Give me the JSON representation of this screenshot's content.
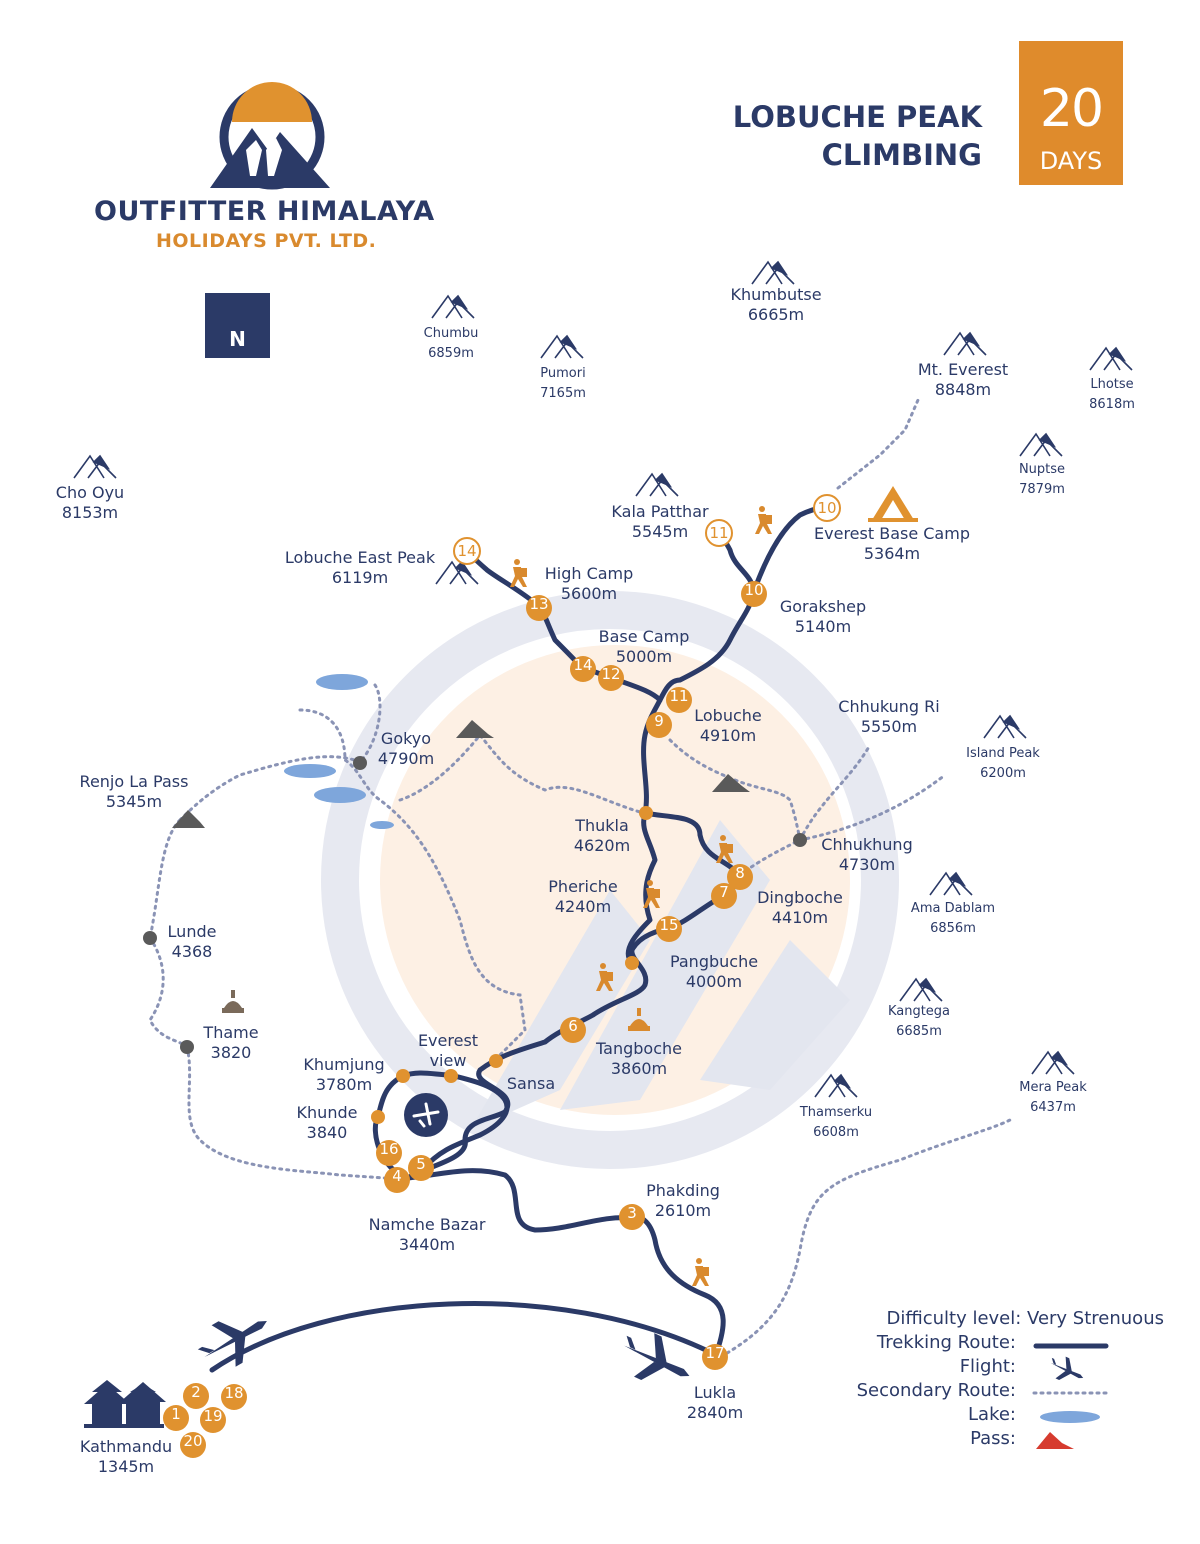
{
  "company": {
    "name_line1": "OUTFITTER HIMALAYA",
    "name_line2": "HOLIDAYS PVT. LTD."
  },
  "title": {
    "line1": "LOBUCHE PEAK",
    "line2": "CLIMBING"
  },
  "duration": {
    "number": "20",
    "unit": "DAYS"
  },
  "north_label": "N",
  "colors": {
    "navy": "#2b3a67",
    "orange": "#e0922f",
    "route_dots": "#8a93b5",
    "lake": "#7ea6db",
    "pass": "#d63b2f"
  },
  "places": [
    {
      "id": "khumbutse",
      "name": "Khumbutse",
      "elev": "6665m",
      "size": "big",
      "icon": "mountain-icon"
    },
    {
      "id": "chumbu",
      "name": "Chumbu",
      "elev": "6859m",
      "size": "sm",
      "icon": "mountain-icon"
    },
    {
      "id": "pumori",
      "name": "Pumori",
      "elev": "7165m",
      "size": "sm",
      "icon": "mountain-icon"
    },
    {
      "id": "everest",
      "name": "Mt. Everest",
      "elev": "8848m",
      "size": "big",
      "icon": "mountain-icon"
    },
    {
      "id": "lhotse",
      "name": "Lhotse",
      "elev": "8618m",
      "size": "sm",
      "icon": "mountain-icon"
    },
    {
      "id": "nuptse",
      "name": "Nuptse",
      "elev": "7879m",
      "size": "sm",
      "icon": "mountain-icon"
    },
    {
      "id": "choOyu",
      "name": "Cho Oyu",
      "elev": "8153m",
      "size": "big",
      "icon": "mountain-icon"
    },
    {
      "id": "kalaPatthar",
      "name": "Kala Patthar",
      "elev": "5545m",
      "size": "big",
      "icon": "mountain-icon"
    },
    {
      "id": "ebc",
      "name": "Everest Base Camp",
      "elev": "5364m",
      "size": "big",
      "icon": "tent-icon"
    },
    {
      "id": "lobucheEast",
      "name": "Lobuche East Peak",
      "elev": "6119m",
      "size": "big",
      "icon": "mountain-icon"
    },
    {
      "id": "highCamp",
      "name": "High Camp",
      "elev": "5600m",
      "size": "big"
    },
    {
      "id": "gorakshep",
      "name": "Gorakshep",
      "elev": "5140m",
      "size": "big"
    },
    {
      "id": "baseCamp",
      "name": "Base Camp",
      "elev": "5000m",
      "size": "big"
    },
    {
      "id": "chhukungRi",
      "name": "Chhukung Ri",
      "elev": "5550m",
      "size": "big"
    },
    {
      "id": "lobuche",
      "name": "Lobuche",
      "elev": "4910m",
      "size": "big"
    },
    {
      "id": "islandPeak",
      "name": "Island Peak",
      "elev": "6200m",
      "size": "sm",
      "icon": "mountain-icon"
    },
    {
      "id": "gokyo",
      "name": "Gokyo",
      "elev": "4790m",
      "size": "big"
    },
    {
      "id": "renjo",
      "name": "Renjo La Pass",
      "elev": "5345m",
      "size": "big"
    },
    {
      "id": "thukla",
      "name": "Thukla",
      "elev": "4620m",
      "size": "big"
    },
    {
      "id": "chhukhung",
      "name": "Chhukhung",
      "elev": "4730m",
      "size": "big"
    },
    {
      "id": "pheriche",
      "name": "Pheriche",
      "elev": "4240m",
      "size": "big"
    },
    {
      "id": "dingboche",
      "name": "Dingboche",
      "elev": "4410m",
      "size": "big"
    },
    {
      "id": "amaDablam",
      "name": "Ama Dablam",
      "elev": "6856m",
      "size": "sm",
      "icon": "mountain-icon"
    },
    {
      "id": "lunde",
      "name": "Lunde",
      "elev": "4368",
      "size": "big"
    },
    {
      "id": "pangbuche",
      "name": "Pangbuche",
      "elev": "4000m",
      "size": "big"
    },
    {
      "id": "kangtega",
      "name": "Kangtega",
      "elev": "6685m",
      "size": "sm",
      "icon": "mountain-icon"
    },
    {
      "id": "thame",
      "name": "Thame",
      "elev": "3820",
      "size": "big",
      "icon": "stupa-icon"
    },
    {
      "id": "everestView",
      "name": "Everest",
      "elev": "view",
      "size": "big"
    },
    {
      "id": "khumjung",
      "name": "Khumjung",
      "elev": "3780m",
      "size": "big"
    },
    {
      "id": "tangboche",
      "name": "Tangboche",
      "elev": "3860m",
      "size": "big",
      "icon": "stupa-icon"
    },
    {
      "id": "sansa",
      "name": "Sansa",
      "elev": "",
      "size": "big"
    },
    {
      "id": "meraPeak",
      "name": "Mera Peak",
      "elev": "6437m",
      "size": "sm",
      "icon": "mountain-icon"
    },
    {
      "id": "khunde",
      "name": "Khunde",
      "elev": "3840",
      "size": "big"
    },
    {
      "id": "thamserku",
      "name": "Thamserku",
      "elev": "6608m",
      "size": "sm",
      "icon": "mountain-icon"
    },
    {
      "id": "phakding",
      "name": "Phakding",
      "elev": "2610m",
      "size": "big"
    },
    {
      "id": "namche",
      "name": "Namche Bazar",
      "elev": "3440m",
      "size": "big"
    },
    {
      "id": "lukla",
      "name": "Lukla",
      "elev": "2840m",
      "size": "big"
    },
    {
      "id": "kathmandu",
      "name": "Kathmandu",
      "elev": "1345m",
      "size": "big"
    }
  ],
  "day_markers": [
    {
      "day": "1",
      "style": "filled"
    },
    {
      "day": "2",
      "style": "filled"
    },
    {
      "day": "3",
      "style": "filled"
    },
    {
      "day": "4",
      "style": "filled"
    },
    {
      "day": "5",
      "style": "filled"
    },
    {
      "day": "6",
      "style": "filled"
    },
    {
      "day": "7",
      "style": "filled"
    },
    {
      "day": "8",
      "style": "filled"
    },
    {
      "day": "9",
      "style": "filled"
    },
    {
      "day": "10",
      "style": "filled"
    },
    {
      "day": "10",
      "style": "hollow"
    },
    {
      "day": "11",
      "style": "filled"
    },
    {
      "day": "11",
      "style": "hollow"
    },
    {
      "day": "12",
      "style": "filled"
    },
    {
      "day": "13",
      "style": "filled"
    },
    {
      "day": "14",
      "style": "filled"
    },
    {
      "day": "14",
      "style": "hollow"
    },
    {
      "day": "15",
      "style": "filled"
    },
    {
      "day": "16",
      "style": "filled"
    },
    {
      "day": "17",
      "style": "filled"
    },
    {
      "day": "18",
      "style": "filled"
    },
    {
      "day": "19",
      "style": "filled"
    },
    {
      "day": "20",
      "style": "filled"
    }
  ],
  "legend": {
    "difficulty": "Difficulty level: Very Strenuous",
    "trekking": "Trekking Route:",
    "flight": "Flight:",
    "secondary": "Secondary Route:",
    "lake": "Lake:",
    "pass": "Pass:"
  }
}
